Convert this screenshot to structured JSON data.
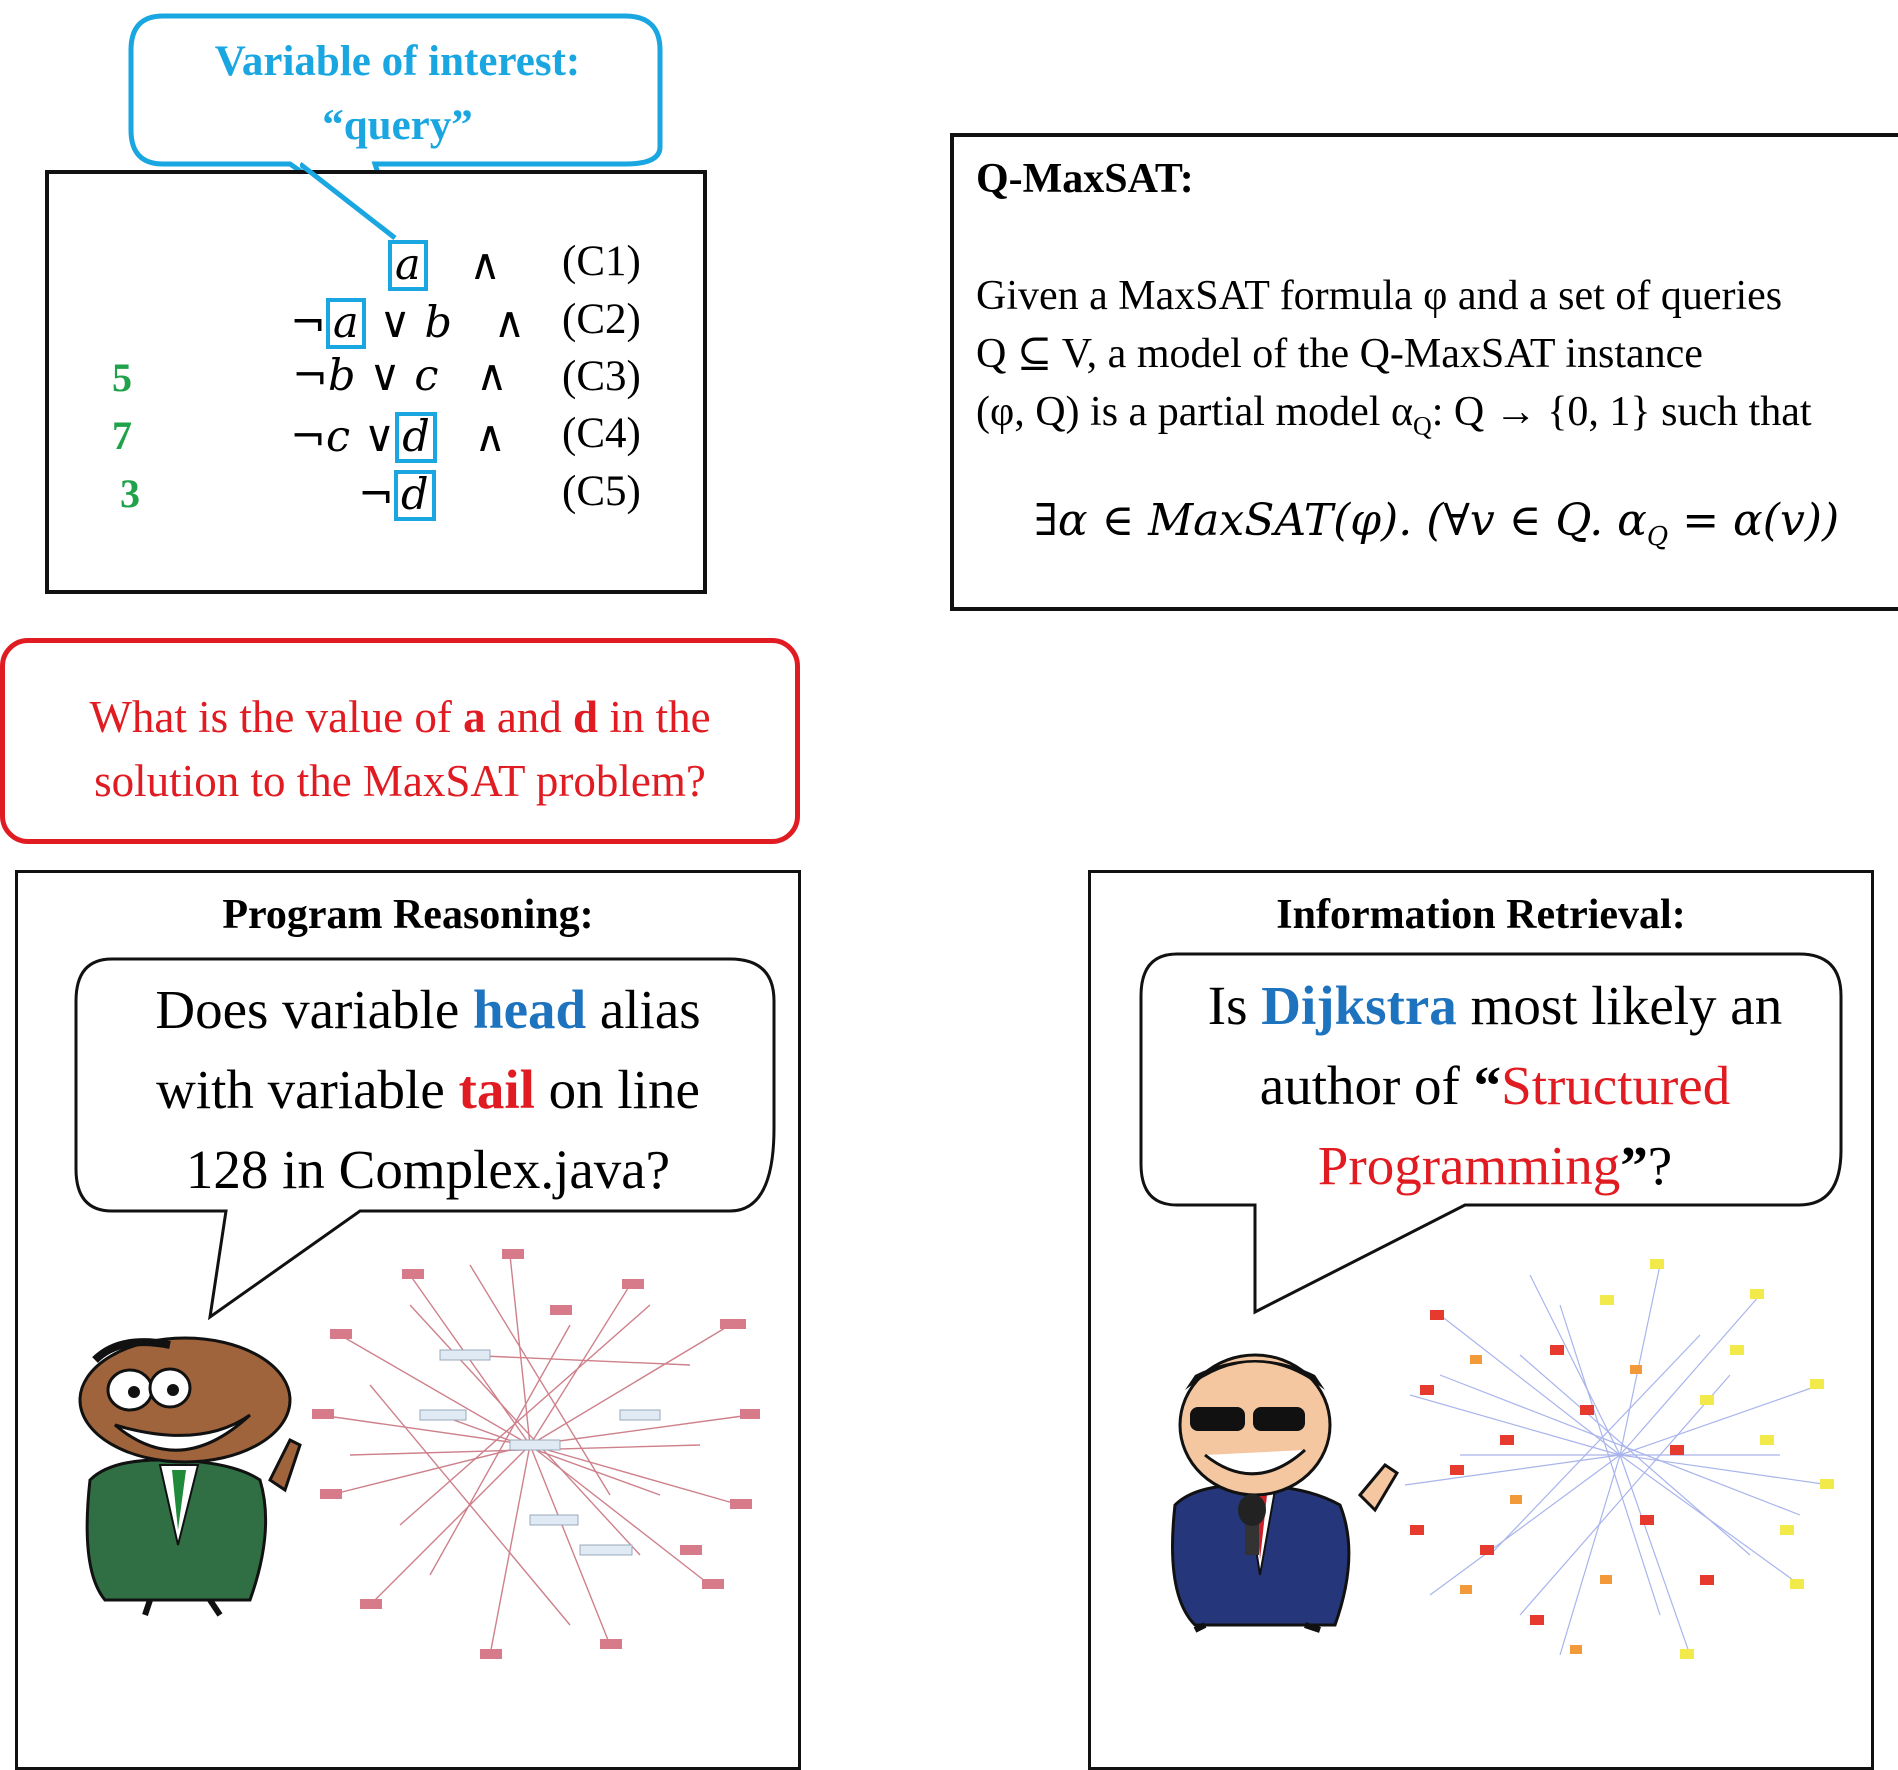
{
  "callout": {
    "line1": "Variable of interest:",
    "line2": "“query”"
  },
  "formula": {
    "clauses": [
      {
        "id": "(C1)",
        "weight": "",
        "lhs": "",
        "var": "a",
        "rhs": "",
        "conj": "∧"
      },
      {
        "id": "(C2)",
        "weight": "",
        "lhs": "¬",
        "var": "a",
        "rhs": "∨ b",
        "conj": "∧"
      },
      {
        "id": "(C3)",
        "weight": "5",
        "lhs": "¬b ∨ c",
        "var": "",
        "rhs": "",
        "conj": "∧"
      },
      {
        "id": "(C4)",
        "weight": "7",
        "lhs": "¬c ∨",
        "var": "d",
        "rhs": "",
        "conj": "∧"
      },
      {
        "id": "(C5)",
        "weight": "3",
        "lhs": "¬",
        "var": "d",
        "rhs": "",
        "conj": ""
      }
    ]
  },
  "qmaxsat": {
    "title": "Q-MaxSAT:",
    "line1": "Given a MaxSAT formula φ and a set of queries",
    "line2": "Q ⊆ V, a model of the Q-MaxSAT instance",
    "line3": "(φ, Q) is a partial model α",
    "line3_sub": "Q",
    "line3_rest": ": Q → {0, 1} such that",
    "formula": "∃α ∈ MaxSAT(φ). (∀v ∈ Q. α",
    "formula_sub": "Q",
    "formula_rest": " = α(v))"
  },
  "question": {
    "part1": "What is the value of ",
    "a": "a",
    "and": " and ",
    "d": "d",
    "part2": " in the",
    "line2": "solution to the MaxSAT problem?"
  },
  "program_panel": {
    "title": "Program Reasoning:",
    "s1": "Does variable ",
    "head": "head",
    "s2": " alias",
    "s3": "with variable ",
    "tail": "tail",
    "s4": " on line",
    "s5": "128 in Complex.java?"
  },
  "ir_panel": {
    "title": "Information Retrieval:",
    "s1": "Is ",
    "dijkstra": "Dijkstra",
    "s2": " most likely an",
    "s3": "author of ",
    "lq": "“",
    "book1": "Structured",
    "book2": "Programming",
    "rq": "”",
    "s4": "?"
  },
  "colors": {
    "callout": "#1aa6e0",
    "weights": "#1fa24a",
    "question": "#e11b22",
    "highlight_blue": "#1e73be"
  }
}
